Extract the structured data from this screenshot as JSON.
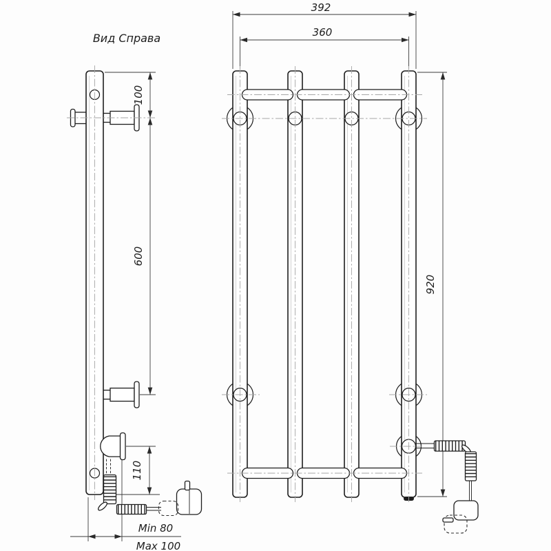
{
  "drawing": {
    "title": "Вид Справа",
    "front_view": {
      "overall_width_mm": "392",
      "tube_centers_width_mm": "360",
      "overall_height_mm": "920"
    },
    "side_view": {
      "top_to_bracket_mm": "100",
      "bracket_spacing_mm": "600",
      "heater_to_bottom_mm": "110",
      "wall_offset_min": "Min 80",
      "wall_offset_max": "Max 100"
    },
    "colors": {
      "object_line": "#1d1d1d",
      "dimension_line": "#3c3c3c",
      "centerline": "#a6a6a6",
      "background": "#ffffff"
    }
  }
}
